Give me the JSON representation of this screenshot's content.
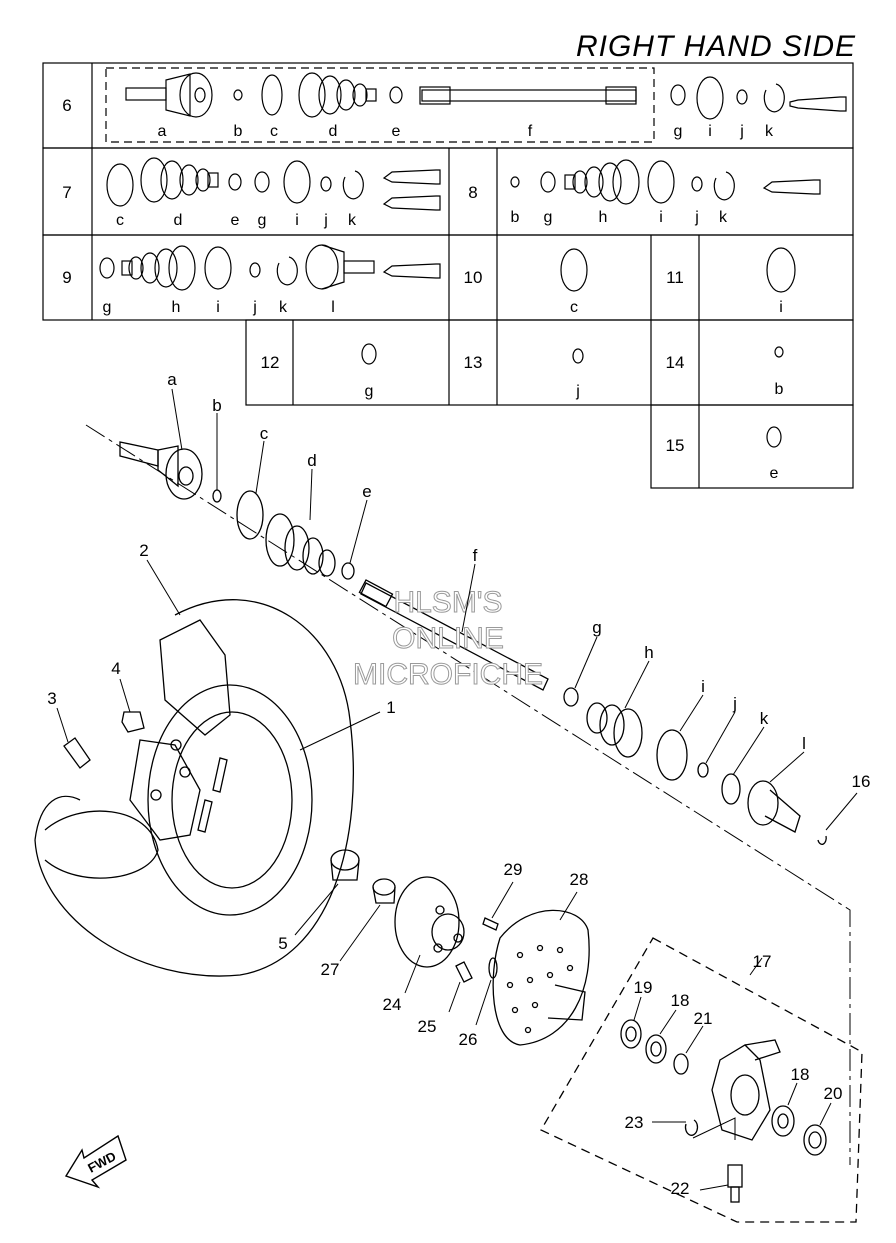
{
  "header": {
    "title": "RIGHT HAND SIDE"
  },
  "kits": [
    {
      "no": "6",
      "letters": [
        "a",
        "b",
        "c",
        "d",
        "e",
        "f",
        "g",
        "i",
        "j",
        "k"
      ]
    },
    {
      "no": "7",
      "letters": [
        "c",
        "d",
        "e",
        "g",
        "i",
        "j",
        "k"
      ]
    },
    {
      "no": "8",
      "letters": [
        "b",
        "g",
        "h",
        "i",
        "j",
        "k"
      ]
    },
    {
      "no": "9",
      "letters": [
        "g",
        "h",
        "i",
        "j",
        "k",
        "l"
      ]
    },
    {
      "no": "10",
      "letters": [
        "c"
      ]
    },
    {
      "no": "11",
      "letters": [
        "i"
      ]
    },
    {
      "no": "12",
      "letters": [
        "g"
      ]
    },
    {
      "no": "13",
      "letters": [
        "j"
      ]
    },
    {
      "no": "14",
      "letters": [
        "b"
      ]
    },
    {
      "no": "15",
      "letters": [
        "e"
      ]
    }
  ],
  "shaft_letters": [
    "a",
    "b",
    "c",
    "d",
    "e",
    "f",
    "g",
    "h",
    "i",
    "j",
    "k",
    "l"
  ],
  "part_numbers": [
    "1",
    "2",
    "3",
    "4",
    "5",
    "16",
    "17",
    "18",
    "18",
    "19",
    "20",
    "21",
    "22",
    "23",
    "24",
    "25",
    "26",
    "27",
    "28",
    "29"
  ],
  "watermark": [
    "HLSM'S",
    "ONLINE",
    "MICROFICHE"
  ],
  "fwd_label": "FWD"
}
